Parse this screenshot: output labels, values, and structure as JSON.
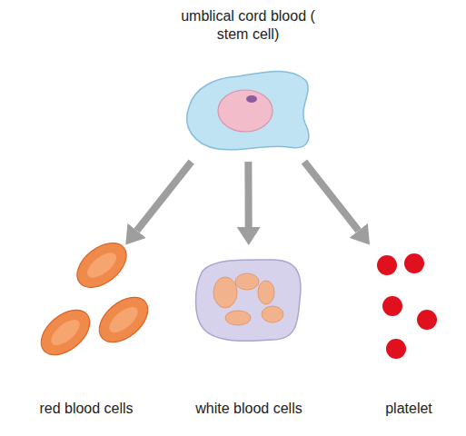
{
  "diagram": {
    "nodes": [
      {
        "text": [
          "umblical cord blood ( stem cell)"
        ]
      },
      {
        "text": [
          "red blood cells"
        ]
      },
      {
        "text": [
          "white blood cells"
        ]
      },
      {
        "text": [
          "platelet"
        ]
      }
    ],
    "edges": [
      {
        "from": 0,
        "to": 1,
        "arrow": "to"
      },
      {
        "from": 0,
        "to": 2,
        "arrow": "to"
      },
      {
        "from": 0,
        "to": 3,
        "arrow": "to"
      }
    ]
  }
}
